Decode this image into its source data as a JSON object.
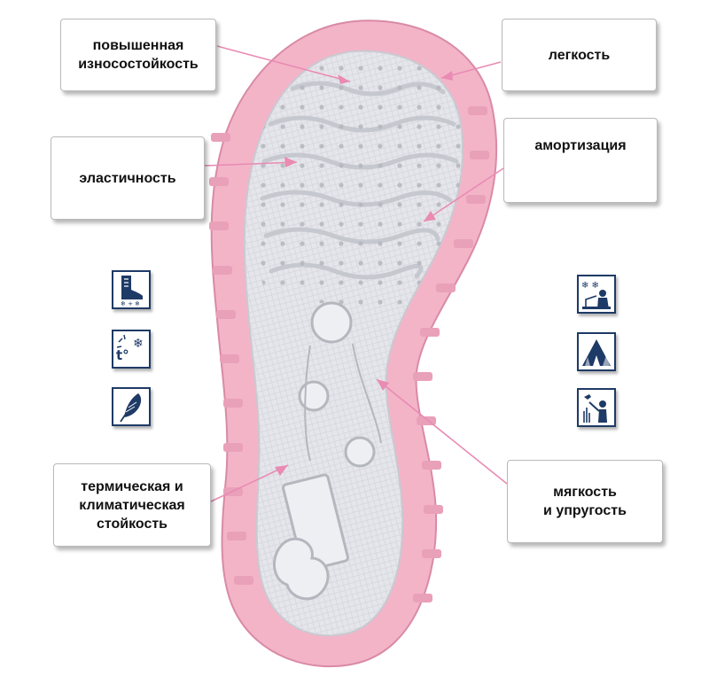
{
  "callouts": {
    "wear_resistance": {
      "line1": "повышенная",
      "line2": "износостойкость"
    },
    "lightness": {
      "line1": "легкость"
    },
    "elasticity": {
      "line1": "эластичность"
    },
    "cushioning": {
      "line1": "амортизация"
    },
    "thermal": {
      "line1": "термическая и",
      "line2": "климатическая",
      "line3": "стойкость"
    },
    "softness": {
      "line1": "мягкость",
      "line2": "и упругость"
    }
  },
  "icons": {
    "left": [
      "boot-icon",
      "temperature-snowflake-icon",
      "feather-icon"
    ],
    "right": [
      "winter-fishing-icon",
      "camping-tent-icon",
      "hunting-icon"
    ]
  },
  "colors": {
    "sole_pink": "#f3b4c8",
    "sole_tread": "#e5e6eb",
    "icon_navy": "#1e3a66",
    "arrow": "#e98bb3"
  }
}
